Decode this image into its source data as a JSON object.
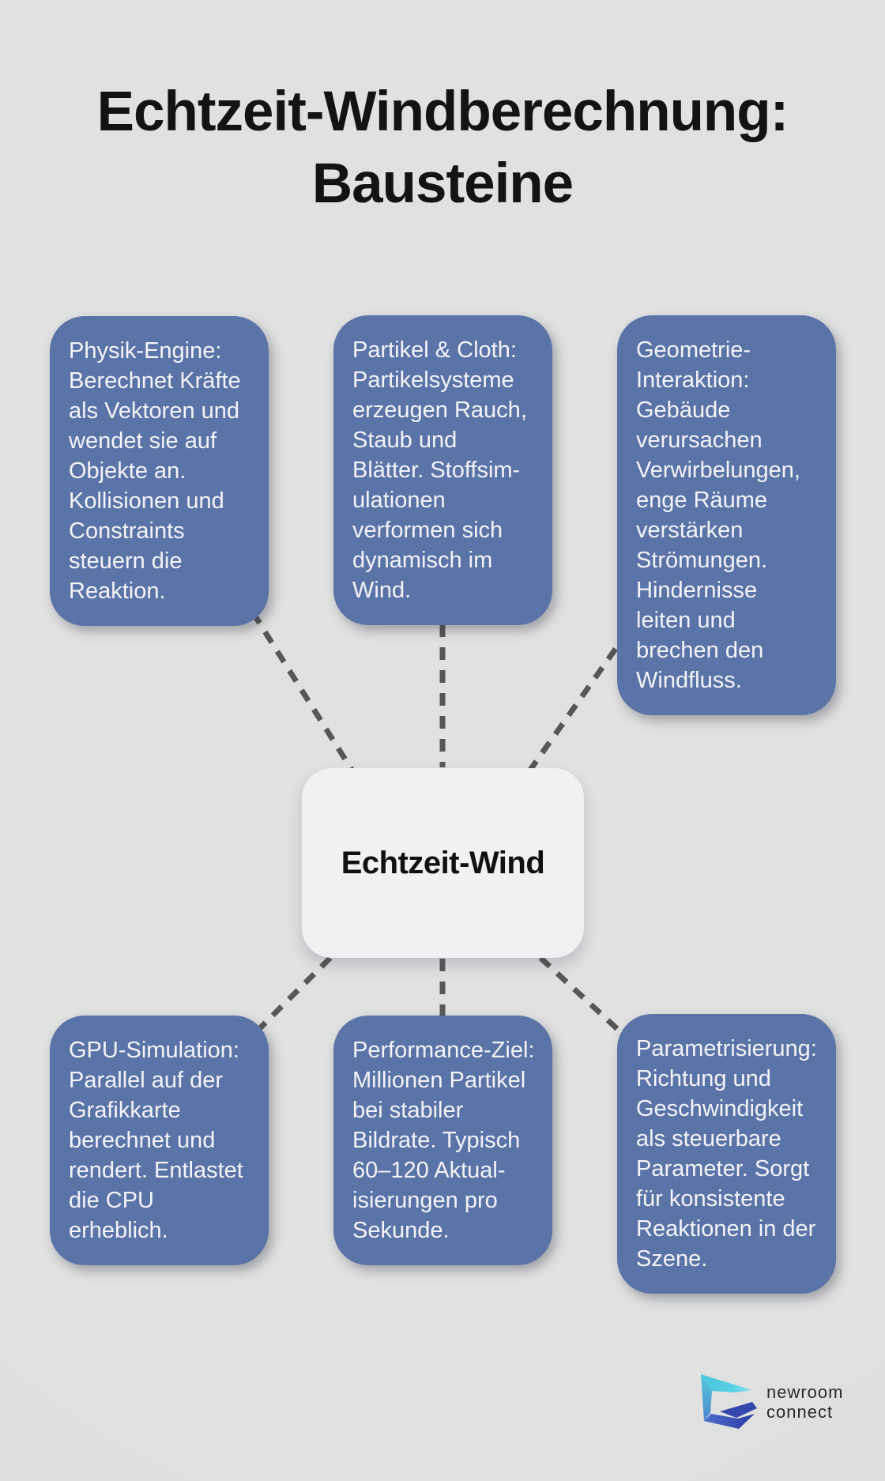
{
  "title": {
    "lines": [
      "Echtzeit-Windberechnung:",
      "Bausteine"
    ]
  },
  "center_node": {
    "label": "Echtzeit-Wind"
  },
  "nodes": [
    {
      "id": "physik-engine",
      "lines": [
        "Physik-Engine:",
        "Berechnet Kräfte",
        "als Vektoren und",
        "wendet sie auf",
        "Objekte an.",
        "Kollisionen und",
        "Constraints",
        "steuern die",
        "Reaktion."
      ]
    },
    {
      "id": "partikel-cloth",
      "lines": [
        "Partikel & Cloth:",
        "Partikelsysteme",
        "erzeugen Rauch,",
        "Staub und",
        "Blätter. Stoffsim-",
        "ulationen",
        "verformen sich",
        "dynamisch im",
        "Wind."
      ]
    },
    {
      "id": "geometrie-interaktion",
      "lines": [
        "Geometrie-",
        "Interaktion:",
        "Gebäude",
        "verursachen",
        "Verwirbelungen,",
        "enge Räume",
        "verstärken",
        "Strömungen.",
        "Hindernisse",
        "leiten und",
        "brechen den",
        "Windfluss."
      ]
    },
    {
      "id": "gpu-simulation",
      "lines": [
        "GPU-Simulation:",
        "Parallel auf der",
        "Grafikkarte",
        "berechnet und",
        "rendert. Entlastet",
        "die CPU",
        "erheblich."
      ]
    },
    {
      "id": "performance-ziel",
      "lines": [
        "Performance-Ziel:",
        "Millionen Partikel",
        "bei stabiler",
        "Bildrate. Typisch",
        "60–120 Aktual-",
        "isierungen pro",
        "Sekunde."
      ]
    },
    {
      "id": "parametrisierung",
      "lines": [
        "Parametrisierung:",
        "Richtung und",
        "Geschwindigkeit",
        "als steuerbare",
        "Parameter. Sorgt",
        "für konsistente",
        "Reaktionen in der",
        "Szene."
      ]
    }
  ],
  "logo": {
    "brand": "newroom connect",
    "line1": "newroom",
    "line2": "connect"
  },
  "colors": {
    "background": "#e0e1e1",
    "background_edge": "#d6d7d7",
    "node_fill": "#5b74a7",
    "node_text": "#f3f4f8",
    "center_fill": "#eff1f3",
    "center_text": "#111111",
    "title_text": "#131313",
    "connector": "#575757",
    "logo_text": "#2b2b2b",
    "logo_cyan": "#66d6e5",
    "logo_teal": "#45c3da",
    "logo_blue": "#4a7bd0",
    "logo_navy": "#2e3fa7"
  }
}
